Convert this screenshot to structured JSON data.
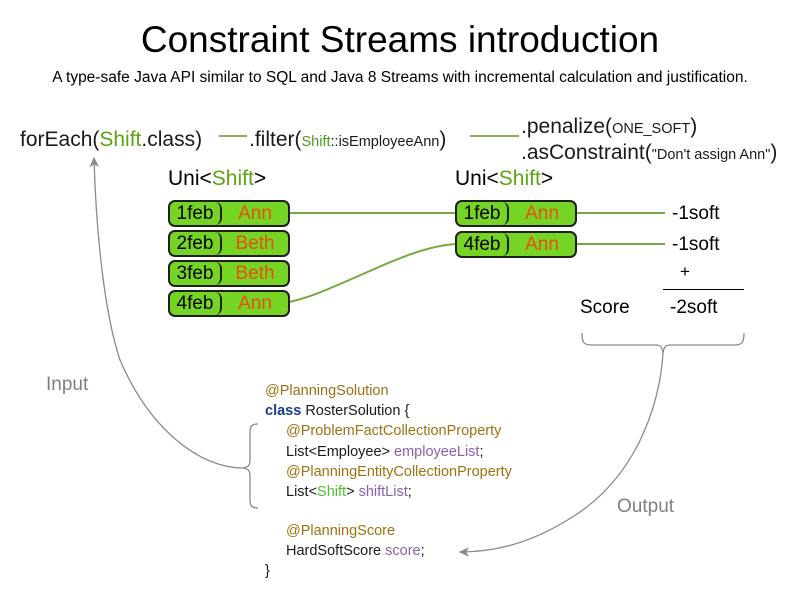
{
  "header": {
    "title": "Constraint Streams introduction",
    "subtitle": "A type-safe Java API similar to SQL and Java 8 Streams with incremental calculation and justification."
  },
  "pipeline": {
    "foreach": {
      "call": "forEach(",
      "type": "Shift",
      "tail": ".class)"
    },
    "filter": {
      "call": ".filter(",
      "arg_type": "Shift",
      "arg_rest": "::isEmployeeAnn",
      "tail": ")"
    },
    "penalize": {
      "call": ".penalize(",
      "arg": "ONE_SOFT",
      "tail": ")"
    },
    "as_constraint": {
      "call": ".asConstraint(",
      "arg": "\"Don't assign Ann\"",
      "tail": ")"
    }
  },
  "streams": {
    "left": {
      "label_prefix": "Uni<",
      "label_type": "Shift",
      "label_suffix": ">",
      "cards": [
        {
          "date": "1feb",
          "name": "Ann"
        },
        {
          "date": "2feb",
          "name": "Beth"
        },
        {
          "date": "3feb",
          "name": "Beth"
        },
        {
          "date": "4feb",
          "name": "Ann"
        }
      ]
    },
    "right": {
      "label_prefix": "Uni<",
      "label_type": "Shift",
      "label_suffix": ">",
      "cards": [
        {
          "date": "1feb",
          "name": "Ann",
          "penalty": "-1soft"
        },
        {
          "date": "4feb",
          "name": "Ann",
          "penalty": "-1soft"
        }
      ]
    }
  },
  "score": {
    "label": "Score",
    "operator": "+",
    "total": "-2soft"
  },
  "flow_labels": {
    "input": "Input",
    "output": "Output"
  },
  "code": {
    "block1": [
      {
        "indent": 0,
        "parts": [
          {
            "text": "@PlanningSolution",
            "cls": "c-ann"
          }
        ]
      },
      {
        "indent": 0,
        "parts": [
          {
            "text": "class",
            "cls": "c-kw"
          },
          {
            "text": " RosterSolution {",
            "cls": ""
          }
        ]
      },
      {
        "indent": 1,
        "parts": [
          {
            "text": "@ProblemFactCollectionProperty",
            "cls": "c-ann"
          }
        ]
      },
      {
        "indent": 1,
        "parts": [
          {
            "text": "List<Employee> ",
            "cls": ""
          },
          {
            "text": "employeeList",
            "cls": "c-field"
          },
          {
            "text": ";",
            "cls": ""
          }
        ]
      },
      {
        "indent": 1,
        "parts": [
          {
            "text": "@PlanningEntityCollectionProperty",
            "cls": "c-ann"
          }
        ]
      },
      {
        "indent": 1,
        "parts": [
          {
            "text": "List<",
            "cls": ""
          },
          {
            "text": "Shift",
            "cls": "c-shift"
          },
          {
            "text": "> ",
            "cls": ""
          },
          {
            "text": "shiftList",
            "cls": "c-field"
          },
          {
            "text": ";",
            "cls": ""
          }
        ]
      }
    ],
    "block2": [
      {
        "indent": 1,
        "parts": [
          {
            "text": "@PlanningScore",
            "cls": "c-ann"
          }
        ]
      },
      {
        "indent": 1,
        "parts": [
          {
            "text": "HardSoftScore ",
            "cls": ""
          },
          {
            "text": "score",
            "cls": "c-field"
          },
          {
            "text": ";",
            "cls": ""
          }
        ]
      },
      {
        "indent": 0,
        "parts": [
          {
            "text": "}",
            "cls": ""
          }
        ]
      }
    ]
  },
  "colors": {
    "card_fill": "#76d424",
    "card_border": "#1f1f1f",
    "name_text": "#e8500f",
    "stream_line": "#77a83e",
    "annotation": "#9e7213",
    "keyword": "#1a3b8f",
    "field": "#8a5fb0",
    "type_shift": "#4ec22a",
    "flow_gray": "#808080"
  }
}
